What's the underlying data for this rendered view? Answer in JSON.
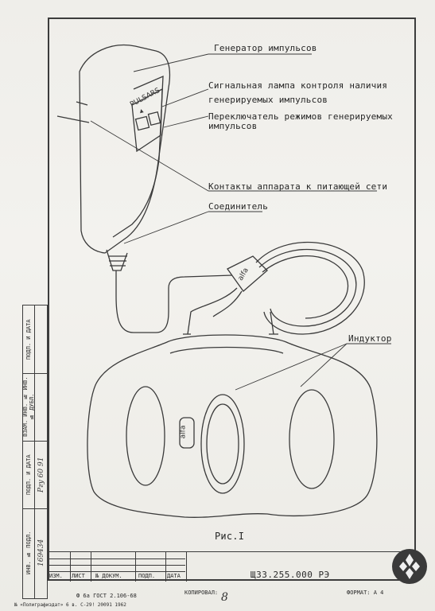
{
  "callouts": {
    "generator": "Генератор импульсов",
    "lamp_line1": "Сигнальная лампа контроля наличия",
    "lamp_line2": "генерируемых импульсов",
    "switch_line1": "Переключатель режимов генерируемых",
    "switch_line2": "импульсов",
    "contacts": "Контакты аппарата к питающей сети",
    "connector": "Соединитель",
    "inductor": "Индуктор"
  },
  "device_labels": {
    "brand": "PULSARS",
    "logo_connector": "alfa",
    "logo_inductor": "alfa"
  },
  "figure_caption": "Рис.I",
  "side_stamp": {
    "labels": [
      "ПОДП. И ДАТА",
      "ВЗАМ. ИНВ. № ИНВ. № ДУБЛ.",
      "ПОДП. И ДАТА",
      "ИНВ. № ПОДЛ."
    ],
    "values": [
      "",
      "",
      "Ргу 60 91",
      "169434"
    ]
  },
  "title_block": {
    "headers": [
      "ИЗМ.",
      "ЛИСТ",
      "№ ДОКУМ.",
      "ПОДП.",
      "ДАТА"
    ],
    "doc_code": "ЩЗЗ.255.000 РЭ",
    "copied": "КОПИРОВАЛ:",
    "format": "ФОРМАТ: А 4",
    "form": "Ф 6а  ГОСТ 2.106-68",
    "printer": "№ «Полиграфиздат» 6 в. С-29! 20091 1962"
  },
  "page_number": "8",
  "icons": {
    "watermark": "diamond-logo-icon"
  }
}
